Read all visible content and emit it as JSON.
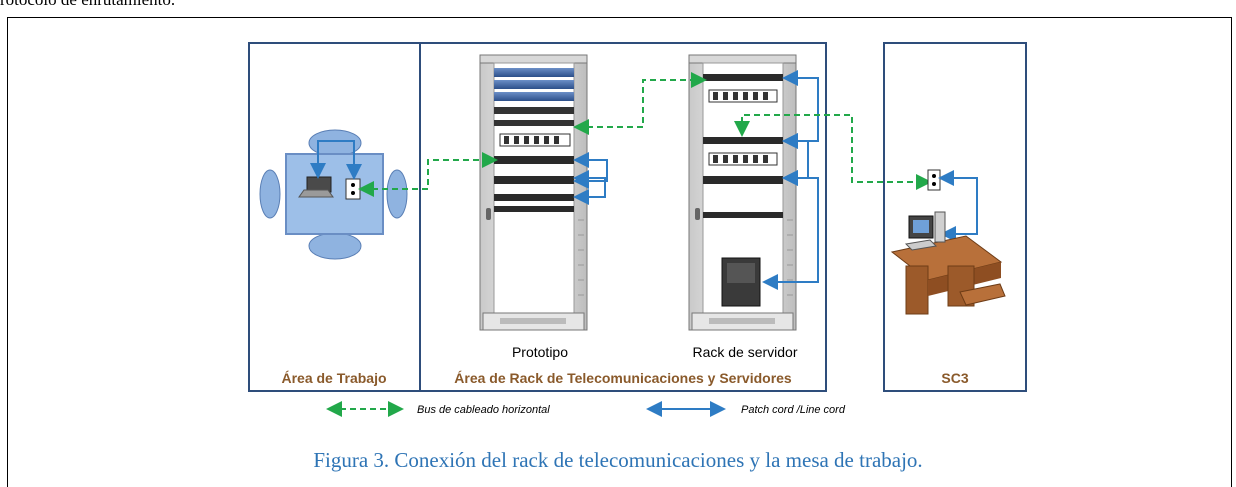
{
  "document": {
    "top_fragment": "rotocolo de enrutamiento.",
    "caption": "Figura 3. Conexión del rack de telecomunicaciones y la mesa de trabajo."
  },
  "diagram": {
    "zones": {
      "work_area": "Área de Trabajo",
      "rack_area": "Área de Rack de Telecomunicaciones y Servidores",
      "sc3": "SC3"
    },
    "racks": {
      "prototype": "Prototipo",
      "server": "Rack de servidor"
    },
    "legend": {
      "horizontal": "Bus de cableado horizontal",
      "patch": "Patch cord /Line cord"
    },
    "colors": {
      "border": "#2e4d7b",
      "zone_label": "#8a5a2b",
      "horizontal_bus": "#22a84a",
      "patch_cord": "#2e7cc4",
      "caption": "#2e74b5"
    }
  }
}
